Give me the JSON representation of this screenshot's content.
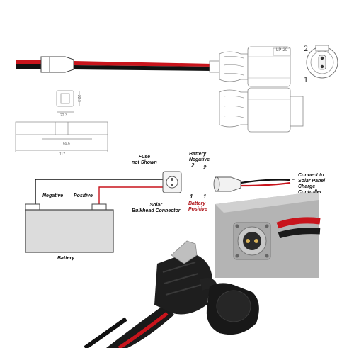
{
  "connector_views": {
    "model_label": "LP-20",
    "pin_label_2": "2",
    "pin_label_1": "1"
  },
  "dimensions": {
    "height": "22.3",
    "width": "22.3",
    "connector_length": "69.6",
    "overall_length": "117"
  },
  "wiring": {
    "fuse_label": "Fuse\nnot Shown",
    "battery_negative_label": "Battery\nNegative",
    "battery_positive_label": "Battery\nPositive",
    "negative_label": "Negative",
    "positive_label": "Positive",
    "bulkhead_label": "Solar\nBulkhead Connector",
    "charge_controller_label": "Connect to\nSolar Panel\nCharge\nController",
    "battery_label": "Battery",
    "pin_2": "2",
    "pin_1": "1",
    "plug_pin_2": "2",
    "plug_pin_1": "1"
  },
  "colors": {
    "wire_red": "#c8141c",
    "wire_black": "#111111",
    "connector_outline": "#9a9a9a",
    "label_red": "#b0161c"
  }
}
